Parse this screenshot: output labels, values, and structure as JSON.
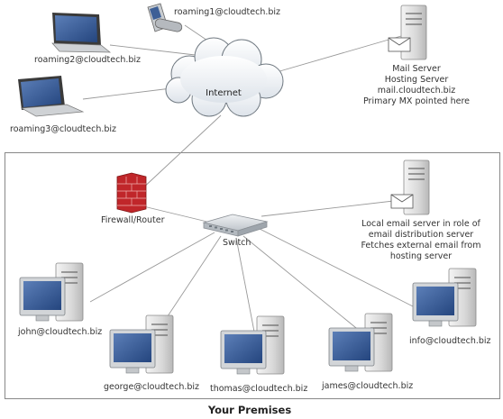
{
  "diagram": {
    "title": "Your Premises",
    "internet_label": "Internet",
    "firewall_label": "Firewall/Router",
    "switch_label": "Switch",
    "remote_clients": {
      "roaming1": "roaming1@cloudtech.biz",
      "roaming2": "roaming2@cloudtech.biz",
      "roaming3": "roaming3@cloudtech.biz"
    },
    "mail_server": {
      "lines": [
        "Mail Server",
        "Hosting Server",
        "mail.cloudtech.biz",
        "Primary MX pointed here"
      ]
    },
    "local_server": {
      "lines": [
        "Local email server in role of",
        "email distribution server",
        "Fetches external email from",
        "hosting server"
      ]
    },
    "workstations": {
      "john": "john@cloudtech.biz",
      "george": "george@cloudtech.biz",
      "thomas": "thomas@cloudtech.biz",
      "james": "james@cloudtech.biz",
      "info": "info@cloudtech.biz"
    }
  }
}
